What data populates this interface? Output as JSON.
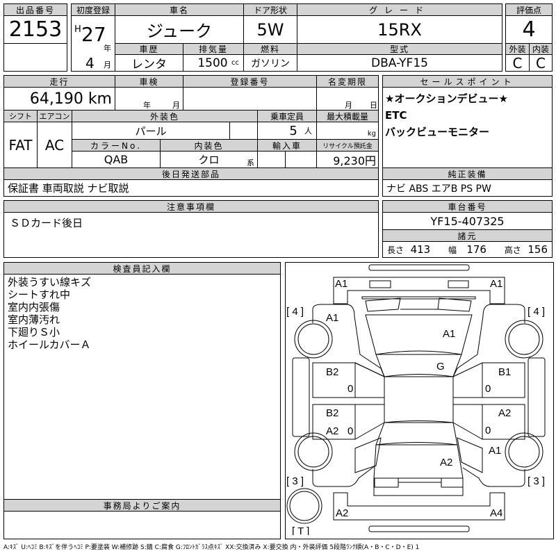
{
  "header": {
    "lot_no_label": "出品番号",
    "lot_no": "2153",
    "first_reg_label": "初度登録",
    "era": "H",
    "year": "27",
    "year_unit": "年",
    "month": "4",
    "month_unit": "月",
    "car_name_label": "車名",
    "car_name": "ジューク",
    "door_label": "ドア形状",
    "door": "5W",
    "grade_label": "グレード",
    "grade": "15RX",
    "history_label": "車歴",
    "history": "レンタ",
    "displacement_label": "排気量",
    "displacement": "1500",
    "displacement_unit": "cc",
    "fuel_label": "燃料",
    "fuel": "ガソリン",
    "model_label": "型式",
    "model": "DBA-YF15",
    "score_label": "評価点",
    "score": "4",
    "exterior_label": "外装",
    "exterior": "C",
    "interior_label": "内装",
    "interior": "C"
  },
  "details": {
    "mileage_label": "走行",
    "mileage": "64,190 km",
    "inspection_label": "車検",
    "inspection_year_unit": "年",
    "inspection_month_unit": "月",
    "reg_no_label": "登録番号",
    "name_change_label": "名変期限",
    "name_change_month_unit": "月",
    "name_change_day_unit": "日",
    "shift_label": "シフト",
    "shift": "FAT",
    "ac_label": "エアコン",
    "ac": "AC",
    "ext_color_label": "外装色",
    "ext_color": "パール",
    "capacity_label": "乗車定員",
    "capacity": "5",
    "capacity_unit": "人",
    "max_load_label": "最大積載量",
    "max_load_unit": "kg",
    "color_no_label": "カラーNo.",
    "color_no": "QAB",
    "int_color_label": "内装色",
    "int_color": "クロ",
    "int_color_unit": "系",
    "import_label": "輸入車",
    "recycle_label": "リサイクル預託金",
    "recycle": "9,230円",
    "later_parts_label": "後日発送部品",
    "later_parts": "保証書 車両取説 ナビ取説"
  },
  "sales_points": {
    "label": "セールスポイント",
    "items": [
      "★オークションデビュー★",
      "ETC",
      "バックビューモニター"
    ]
  },
  "equipment": {
    "label": "純正装備",
    "value": "ナビ ABS エアB PS PW"
  },
  "notes": {
    "label": "注意事項欄",
    "value": "ＳＤカード後日"
  },
  "chassis": {
    "label": "車台番号",
    "value": "YF15-407325",
    "spec_label": "諸元",
    "length_label": "長さ",
    "length": "413",
    "width_label": "幅",
    "width": "176",
    "height_label": "高さ",
    "height": "156"
  },
  "inspector": {
    "label": "検査員記入欄",
    "items": [
      "外装うすい線キズ",
      "シートすれ中",
      "室内内張傷",
      "室内薄汚れ",
      "下廻りＳ小",
      "ホイールカバーＡ"
    ]
  },
  "office": {
    "label": "事務局よりご案内"
  },
  "diagram": {
    "marks": [
      "A1",
      "A1",
      "[ 4 ]",
      "[ 4 ]",
      "A1",
      "A1",
      "G",
      "B2",
      "0",
      "B1",
      "0",
      "B2",
      "A2",
      "0",
      "A2",
      "0",
      "A1",
      "A2",
      "[ 3 ]",
      "[ 3 ]",
      "A2",
      "A4",
      "[ T ]"
    ]
  },
  "legend": "A:ｷｽﾞ U:ﾍｺﾐ B:ｷｽﾞを伴うﾍｺﾐ P:要塗装 W:補修跡 S:錆 C:腐食 G:ﾌﾛﾝﾄｶﾞﾗｽ点ｷｽﾞ XX:交換済み X:要交換 内・外装評価 5段階ﾗﾝｸ順(A・B・C・D・E) 1"
}
